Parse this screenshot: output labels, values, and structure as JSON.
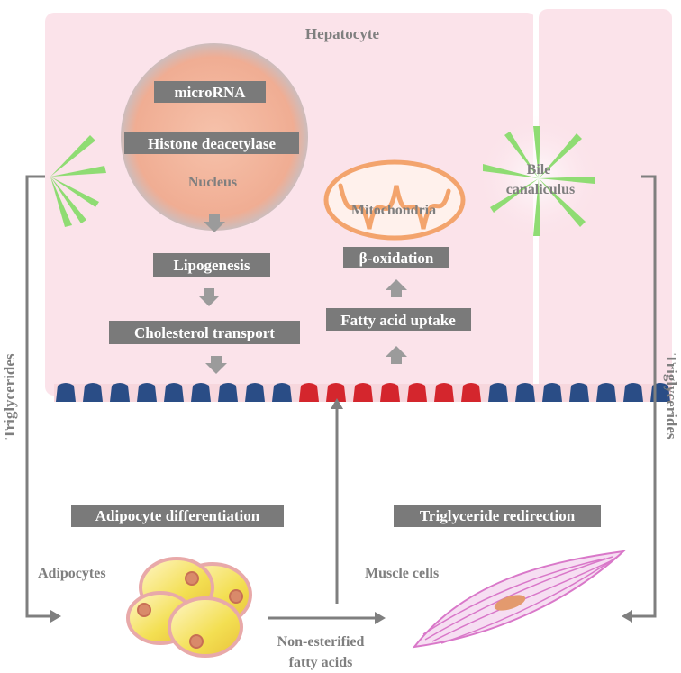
{
  "labels": {
    "hepatocyte": "Hepatocyte",
    "nucleus": "Nucleus",
    "mitochondria": "Mitochondria",
    "bile_line1": "Bile",
    "bile_line2": "canaliculus",
    "triglycerides_left": "Triglycerides",
    "triglycerides_right": "Triglycerides",
    "adipocytes": "Adipocytes",
    "muscle_cells": "Muscle cells",
    "nefa_line1": "Non-esterified",
    "nefa_line2": "fatty acids"
  },
  "boxes": {
    "microrna": "microRNA",
    "hdac": "Histone deacetylase",
    "lipogenesis": "Lipogenesis",
    "cholesterol": "Cholesterol transport",
    "beta_ox": "β-oxidation",
    "fa_uptake": "Fatty acid uptake",
    "adipo_diff": "Adipocyte differentiation",
    "tg_redirect": "Triglyceride redirection"
  },
  "colors": {
    "cell": "#fbe3ea",
    "nucleus": "#f4b9a2",
    "mito": "#f3a46d",
    "bile": "#8fdc73",
    "vessel_blue": "#2a4d86",
    "vessel_red": "#d4262d",
    "muscle": "#d978c9",
    "fat_yellow": "#f3df52"
  }
}
